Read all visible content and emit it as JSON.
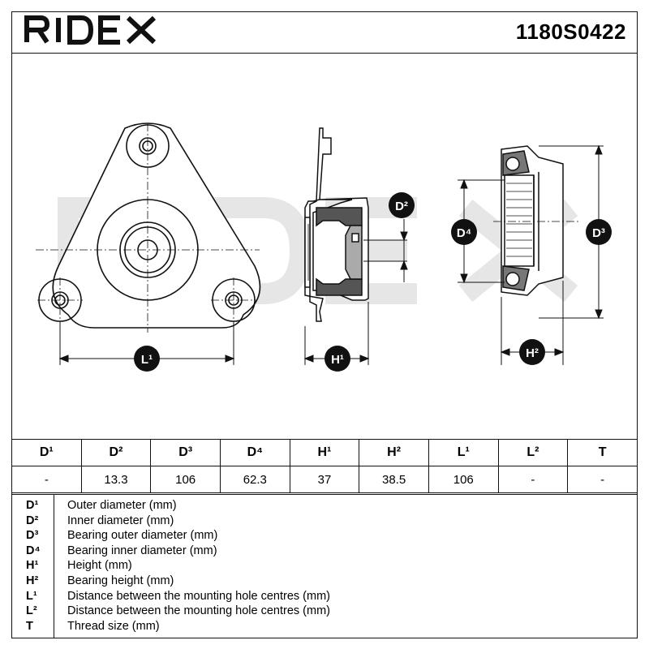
{
  "brand": "RIDEX",
  "part_number": "1180S0422",
  "watermark": "RIDEX",
  "dimension_labels": {
    "d2": "D²",
    "d3": "D³",
    "d4": "D⁴",
    "h1": "H¹",
    "h2": "H²",
    "l1": "L¹"
  },
  "table": {
    "headers": [
      "D¹",
      "D²",
      "D³",
      "D⁴",
      "H¹",
      "H²",
      "L¹",
      "L²",
      "T"
    ],
    "values": [
      "-",
      "13.3",
      "106",
      "62.3",
      "37",
      "38.5",
      "106",
      "-",
      "-"
    ]
  },
  "legend": [
    {
      "code": "D¹",
      "desc": "Outer diameter (mm)"
    },
    {
      "code": "D²",
      "desc": "Inner diameter (mm)"
    },
    {
      "code": "D³",
      "desc": "Bearing outer diameter (mm)"
    },
    {
      "code": "D⁴",
      "desc": "Bearing inner diameter (mm)"
    },
    {
      "code": "H¹",
      "desc": "Height (mm)"
    },
    {
      "code": "H²",
      "desc": "Bearing height (mm)"
    },
    {
      "code": "L¹",
      "desc": "Distance between the mounting hole centres (mm)"
    },
    {
      "code": "L²",
      "desc": "Distance between the mounting hole centres (mm)"
    },
    {
      "code": "T",
      "desc": "Thread size (mm)"
    }
  ],
  "colors": {
    "brand_dark": "#111111",
    "dim_bubble": "#111111",
    "watermark": "#e6e6e6"
  }
}
